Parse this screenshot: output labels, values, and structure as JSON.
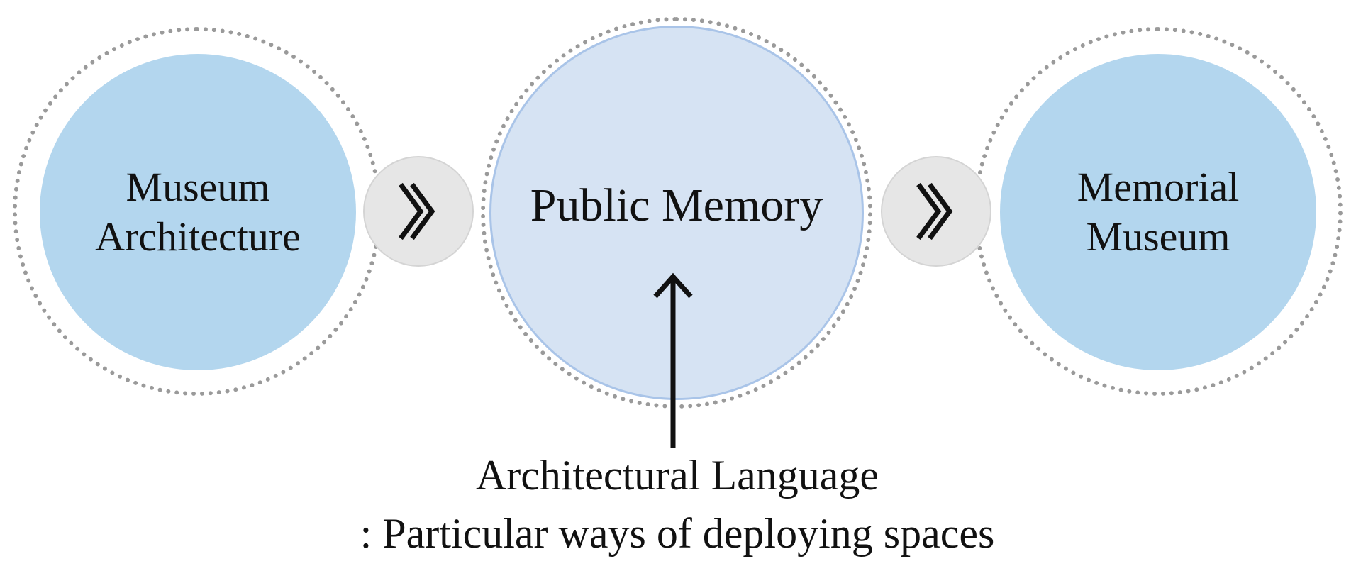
{
  "nodes": {
    "left": {
      "label": "Museum\nArchitecture",
      "fill": "#b3d6ee"
    },
    "center": {
      "label": "Public Memory",
      "fill": "#d6e3f3"
    },
    "right": {
      "label": "Memorial\nMuseum",
      "fill": "#b3d6ee"
    }
  },
  "connectors": [
    {
      "icon": "double-chevron-right-icon"
    },
    {
      "icon": "double-chevron-right-icon"
    }
  ],
  "annotation": {
    "arrow_icon": "arrow-up-icon",
    "line1": "Architectural Language",
    "line2": ": Particular ways of deploying spaces"
  },
  "colors": {
    "ring_dots": "#9a9a9a",
    "connector_fill": "#e6e6e6",
    "text": "#111111"
  }
}
